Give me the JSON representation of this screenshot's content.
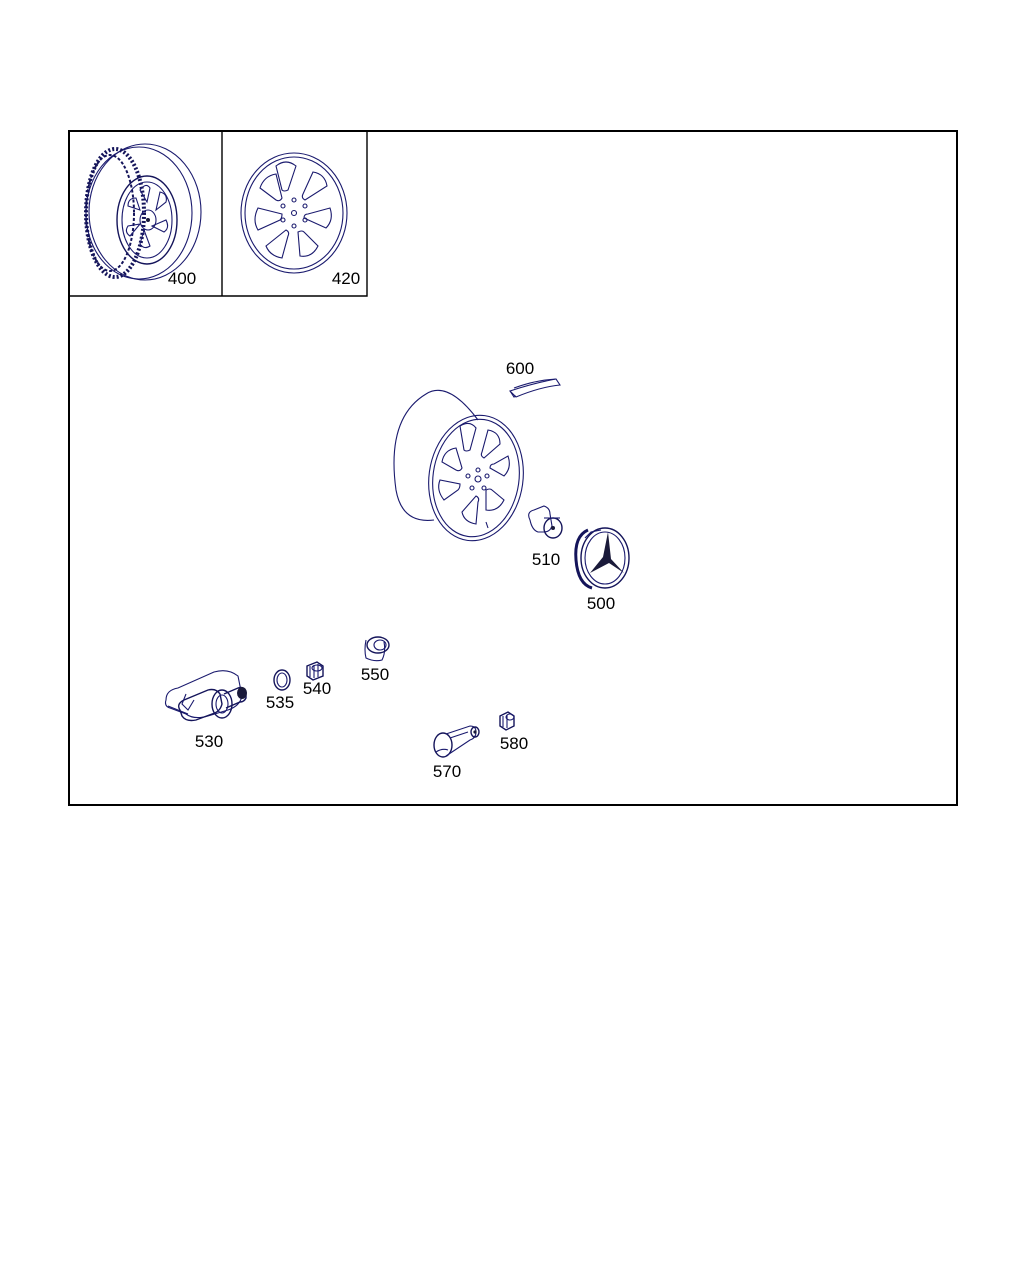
{
  "diagram": {
    "parts": [
      {
        "id": "400",
        "label": "400"
      },
      {
        "id": "420",
        "label": "420"
      },
      {
        "id": "600",
        "label": "600"
      },
      {
        "id": "510",
        "label": "510"
      },
      {
        "id": "500",
        "label": "500"
      },
      {
        "id": "550",
        "label": "550"
      },
      {
        "id": "540",
        "label": "540"
      },
      {
        "id": "535",
        "label": "535"
      },
      {
        "id": "530",
        "label": "530"
      },
      {
        "id": "580",
        "label": "580"
      },
      {
        "id": "570",
        "label": "570"
      }
    ]
  },
  "colors": {
    "line": "#1a1a6e",
    "frame": "#000000",
    "background": "#ffffff"
  }
}
